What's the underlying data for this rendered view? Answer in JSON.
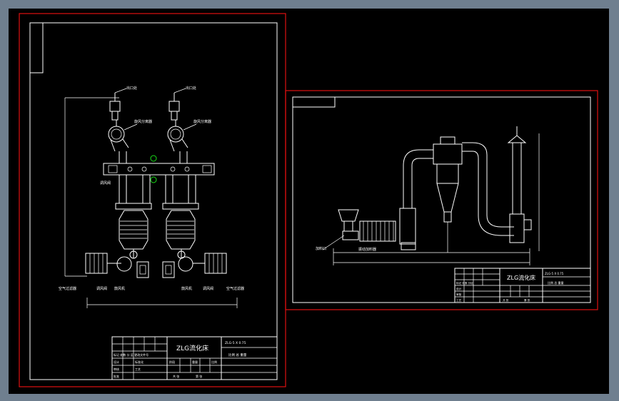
{
  "colors": {
    "background": "#000000",
    "frame": "#e01010",
    "lines": "#ffffff",
    "accent": "#18e018",
    "outer": "#6f7f8f"
  },
  "sheet1": {
    "labels": {
      "outlet_1": "出口处",
      "outlet_2": "出口处",
      "cyclone_1": "旋风分离器",
      "cyclone_2": "旋风分离器",
      "fan_1": "调风阀",
      "filter_left": "空气过滤器",
      "valve_left": "调风阀",
      "fan_left": "鼓风机",
      "fan_right": "鼓风机",
      "valve_right": "调风阀",
      "filter_right": "空气过滤器"
    },
    "title_block": {
      "title": "ZLG流化床",
      "drawing_no": "ZLG-5 X 0.75",
      "scale_note": "比例 总 重量",
      "r1": "标记 处数 分 区 更改文件号",
      "r2": "设计",
      "r3": "标准化",
      "r4": "阶段",
      "r5": "重量",
      "r6": "比例",
      "r7": "审核",
      "r8": "工艺",
      "r9": "批准",
      "r10": "共 张",
      "r11": "第 张"
    }
  },
  "sheet2": {
    "labels": {
      "inlet": "加料口",
      "hopper": "振动加料器"
    },
    "title_block": {
      "title": "ZLG流化床",
      "drawing_no": "ZLG-5 X 0.75",
      "scale_note": "比例 总 重量",
      "r1": "标记 处数 分区",
      "r2": "设计",
      "r3": "审核",
      "r4": "工艺",
      "r10": "共 张",
      "r11": "第 张"
    }
  }
}
